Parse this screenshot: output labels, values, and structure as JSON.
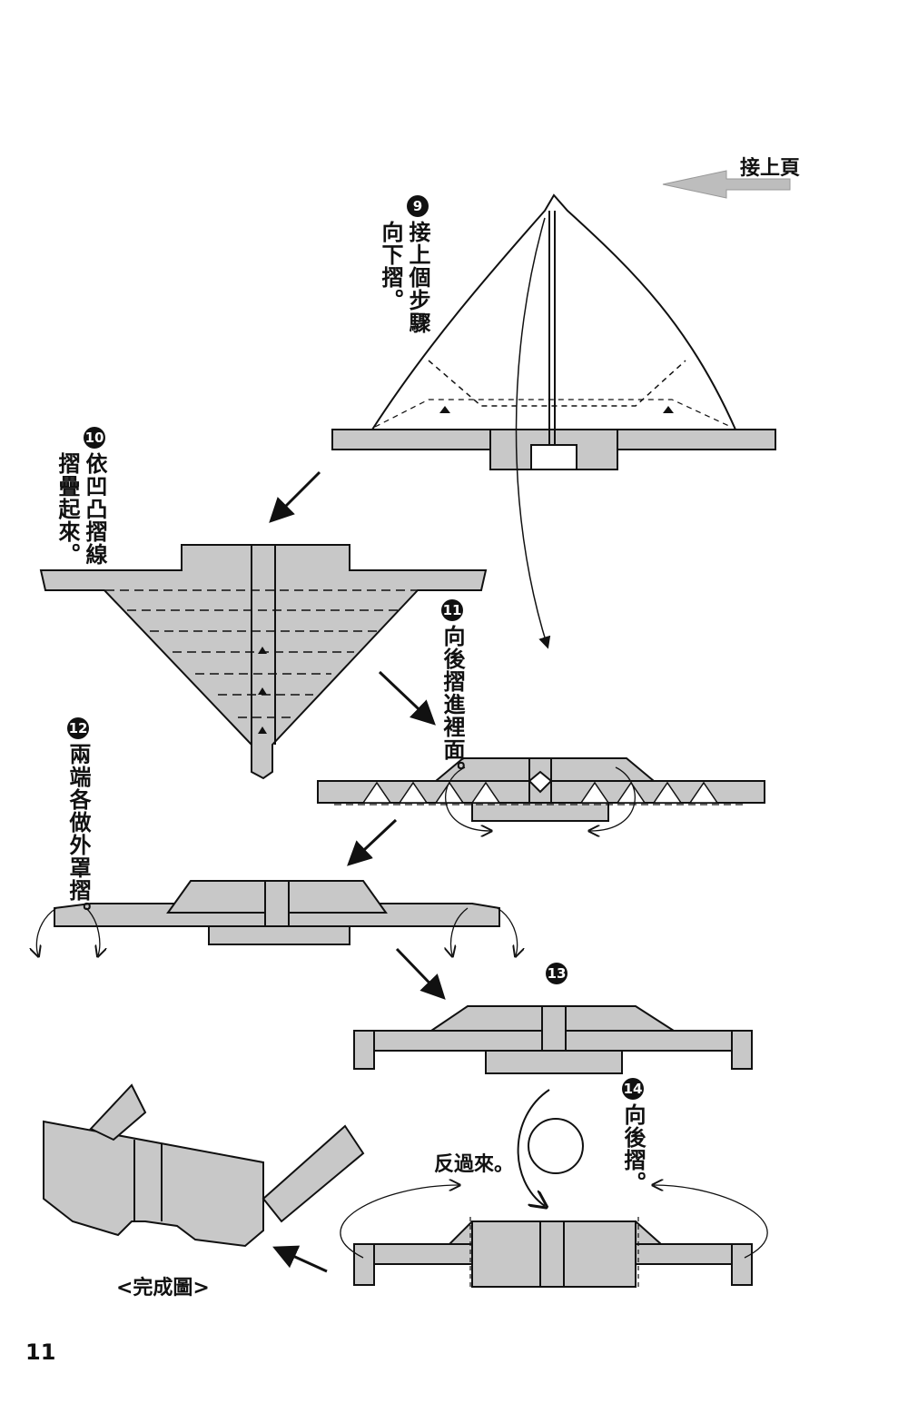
{
  "header": {
    "continue_label": "接上頁"
  },
  "steps": [
    {
      "num": "9",
      "columns": [
        "接上個步驟",
        "向下摺。"
      ]
    },
    {
      "num": "10",
      "columns": [
        "依凹凸摺線",
        "摺疊起來。"
      ]
    },
    {
      "num": "11",
      "columns": [
        "向後摺進裡面。"
      ]
    },
    {
      "num": "12",
      "columns": [
        "兩端各做外罩摺。"
      ]
    },
    {
      "num": "13",
      "columns": []
    },
    {
      "num": "14",
      "columns": [
        "向後摺。"
      ]
    }
  ],
  "flip_label": "反過來。",
  "finished_label": "<完成圖>",
  "page_number": "11",
  "colors": {
    "paper": "#c8c8c8",
    "line": "#111111",
    "arrow_gray": "#bdbdbd"
  }
}
